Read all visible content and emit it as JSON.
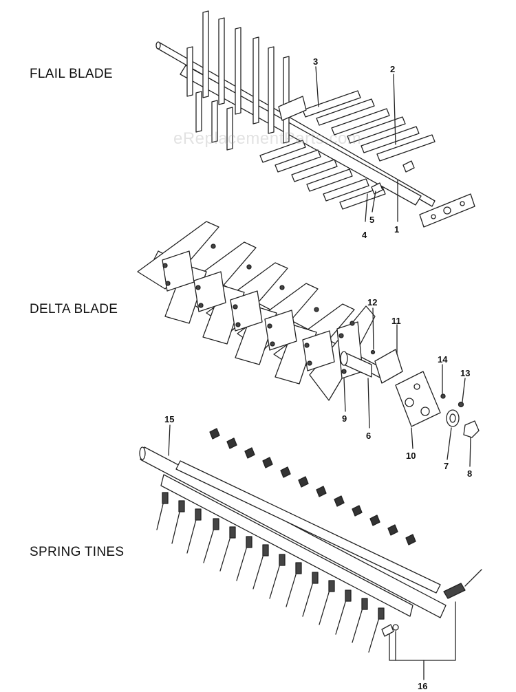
{
  "sections": {
    "flail": "FLAIL BLADE",
    "delta": "DELTA BLADE",
    "spring": "SPRING TINES"
  },
  "watermark": "eReplacementParts.com",
  "callouts": {
    "c1": "1",
    "c2": "2",
    "c3": "3",
    "c4": "4",
    "c5": "5",
    "c6": "6",
    "c7": "7",
    "c8": "8",
    "c9": "9",
    "c10": "10",
    "c11": "11",
    "c12": "12",
    "c13": "13",
    "c14": "14",
    "c15": "15",
    "c16": "16"
  }
}
